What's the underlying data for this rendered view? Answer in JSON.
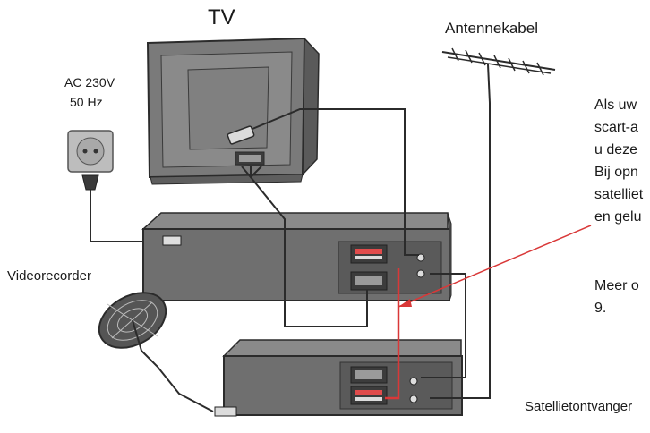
{
  "labels": {
    "tv": "TV",
    "antenna": "Antennekabel",
    "power_voltage": "AC 230V",
    "power_frequency": "50 Hz",
    "videorecorder": "Videorecorder",
    "satellite_receiver": "Satellietontvanger"
  },
  "text": {
    "lines": [
      "Als uw",
      "scart-a",
      "u deze",
      "Bij opn",
      "satelliet",
      "en gelu"
    ],
    "more_lines": [
      "Meer o",
      "9."
    ]
  },
  "colors": {
    "device_body": "#6f6f6f",
    "device_dark": "#4a4a4a",
    "cable": "#2b2b2b",
    "signal_arrow": "#d93838",
    "scart_highlight": "#e04b4b"
  }
}
